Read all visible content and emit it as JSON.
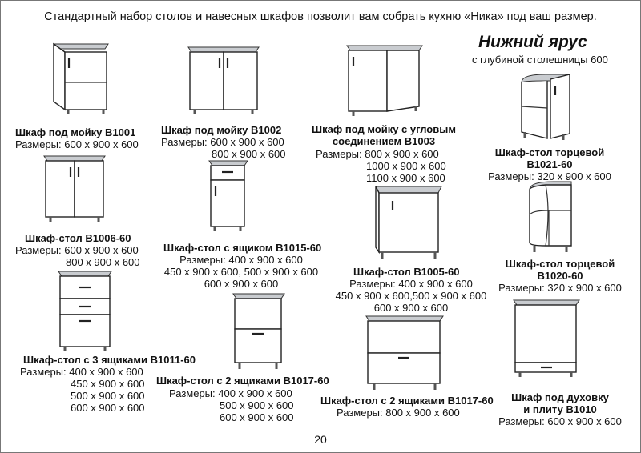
{
  "header": {
    "intro": "Стандартный набор столов и навесных шкафов позволит вам собрать кухню «Ника» под ваш размер.",
    "tier_title": "Нижний ярус",
    "tier_subtitle": "с глубиной столешницы 600"
  },
  "cabinets": [
    {
      "name": "Шкаф под мойку В1001",
      "sizes": [
        "Размеры: 600 х 900 х 600"
      ]
    },
    {
      "name": "Шкаф под мойку В1002",
      "sizes": [
        "Размеры: 600 х 900 х 600",
        "800 х 900 х 600"
      ]
    },
    {
      "name": "Шкаф под мойку с угловым соединением В1003",
      "name_lines": [
        "Шкаф под мойку с угловым",
        "соединением В1003"
      ],
      "sizes": [
        "Размеры: 800 х 900 х 600",
        "1000 х 900 х 600",
        "1100 х 900 х 600"
      ]
    },
    {
      "name": "Шкаф-стол торцевой В1021-60",
      "name_lines": [
        "Шкаф-стол торцевой",
        "В1021-60"
      ],
      "sizes": [
        "Размеры: 320 х 900 х 600"
      ]
    },
    {
      "name": "Шкаф-стол В1006-60",
      "sizes": [
        "Размеры: 600 х 900 х 600",
        "800 х 900 х 600"
      ]
    },
    {
      "name": "Шкаф-стол с ящиком В1015-60",
      "sizes": [
        "Размеры: 400 х 900 х 600",
        "450 х 900 х 600, 500 х 900 х 600",
        "600 х 900 х 600"
      ]
    },
    {
      "name": "Шкаф-стол В1005-60",
      "sizes": [
        "Размеры: 400 х 900 х 600",
        "450 х 900 х 600,500 х 900 х 600",
        "600 х 900 х 600"
      ]
    },
    {
      "name": "Шкаф-стол торцевой В1020-60",
      "name_lines": [
        "Шкаф-стол торцевой",
        "В1020-60"
      ],
      "sizes": [
        "Размеры: 320 х 900 х 600"
      ]
    },
    {
      "name": "Шкаф-стол с 3 ящиками В1011-60",
      "sizes": [
        "Размеры: 400 х 900 х 600",
        "450 х 900 х 600",
        "500 х 900 х 600",
        "600 х 900 х 600"
      ]
    },
    {
      "name": "Шкаф-стол с 2 ящиками В1017-60",
      "sizes": [
        "Размеры: 400 х 900 х 600",
        "500 х 900 х 600",
        "600 х 900 х 600"
      ]
    },
    {
      "name": "Шкаф-стол с 2 ящиками В1017-60",
      "sizes": [
        "Размеры: 800 х 900 х 600"
      ]
    },
    {
      "name": "Шкаф под духовку и плиту В1010",
      "name_lines": [
        "Шкаф под духовку",
        "и плиту В1010"
      ],
      "sizes": [
        "Размеры: 600 х 900 х 600"
      ]
    }
  ],
  "page_number": "20"
}
